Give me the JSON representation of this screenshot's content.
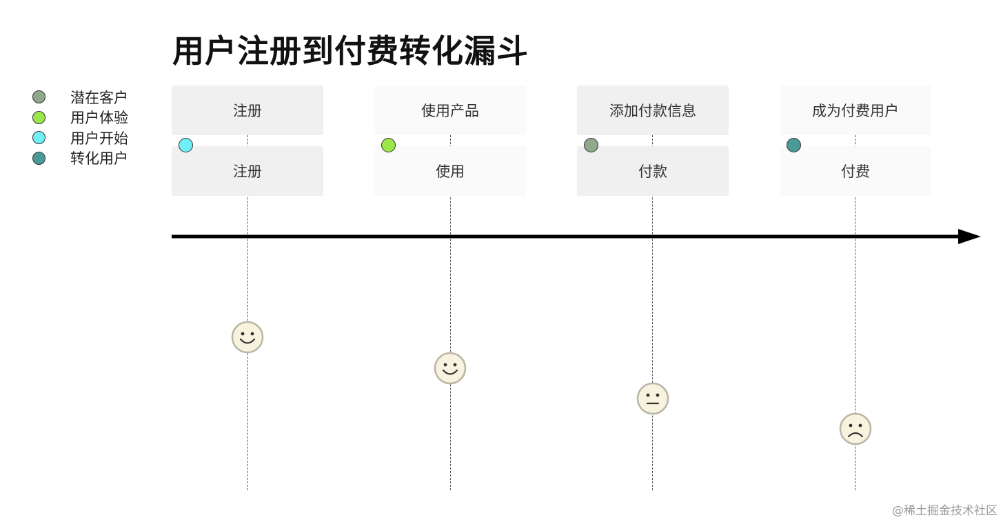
{
  "title": "用户注册到付费转化漏斗",
  "legend": [
    {
      "label": "潜在客户",
      "color": "#8fa98a"
    },
    {
      "label": "用户体验",
      "color": "#9be64a"
    },
    {
      "label": "用户开始",
      "color": "#6ff0f5"
    },
    {
      "label": "转化用户",
      "color": "#4a9a98"
    }
  ],
  "stages": [
    {
      "top_label": "注册",
      "bottom_label": "注册",
      "dot_color": "#6ff0f5",
      "mood": "happy",
      "box_style": "gray"
    },
    {
      "top_label": "使用产品",
      "bottom_label": "使用",
      "dot_color": "#9be64a",
      "mood": "happy",
      "box_style": "light"
    },
    {
      "top_label": "添加付款信息",
      "bottom_label": "付款",
      "dot_color": "#8fa98a",
      "mood": "neutral",
      "box_style": "gray"
    },
    {
      "top_label": "成为付费用户",
      "bottom_label": "付费",
      "dot_color": "#4a9a98",
      "mood": "sad",
      "box_style": "light"
    }
  ],
  "watermark": "@稀土掘金技术社区"
}
